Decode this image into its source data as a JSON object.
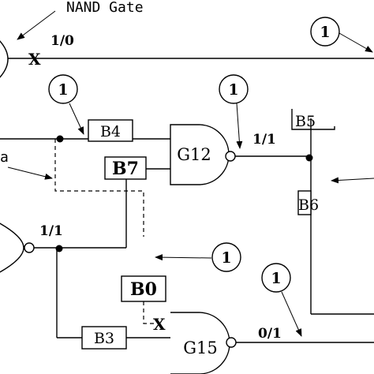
{
  "annotation_nand": "NAND Gate",
  "annotation_left_a": "a",
  "fault_value_top": "1/0",
  "fault_value_g12": "1/1",
  "fault_value_left": "1/1",
  "fault_value_g15": "0/1",
  "gates": {
    "g12": "G12",
    "g15": "G15"
  },
  "boxes": {
    "b4": "B4",
    "b7": "B7",
    "b5": "B5",
    "b6": "B6",
    "b0": "B0",
    "b3": "B3"
  },
  "circle_value": "1",
  "x_mark": "X"
}
